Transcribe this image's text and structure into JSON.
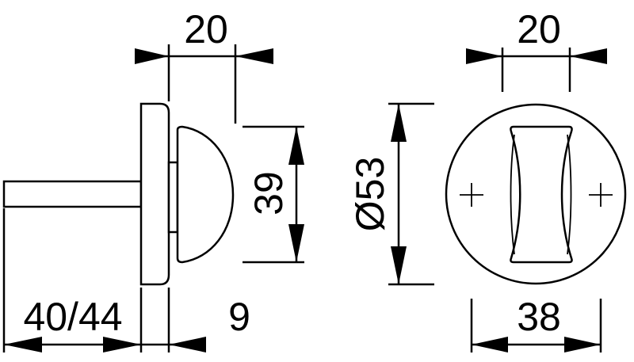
{
  "dimensions": {
    "side_width": "20",
    "knob_height": "39",
    "shaft_length": "40/44",
    "rose_thickness": "9",
    "rose_diameter": "Ø53",
    "front_width": "20",
    "front_rose": "38"
  },
  "colors": {
    "line": "#000000",
    "background": "#ffffff"
  },
  "icons": {
    "screw_hole": "plus-sign"
  }
}
